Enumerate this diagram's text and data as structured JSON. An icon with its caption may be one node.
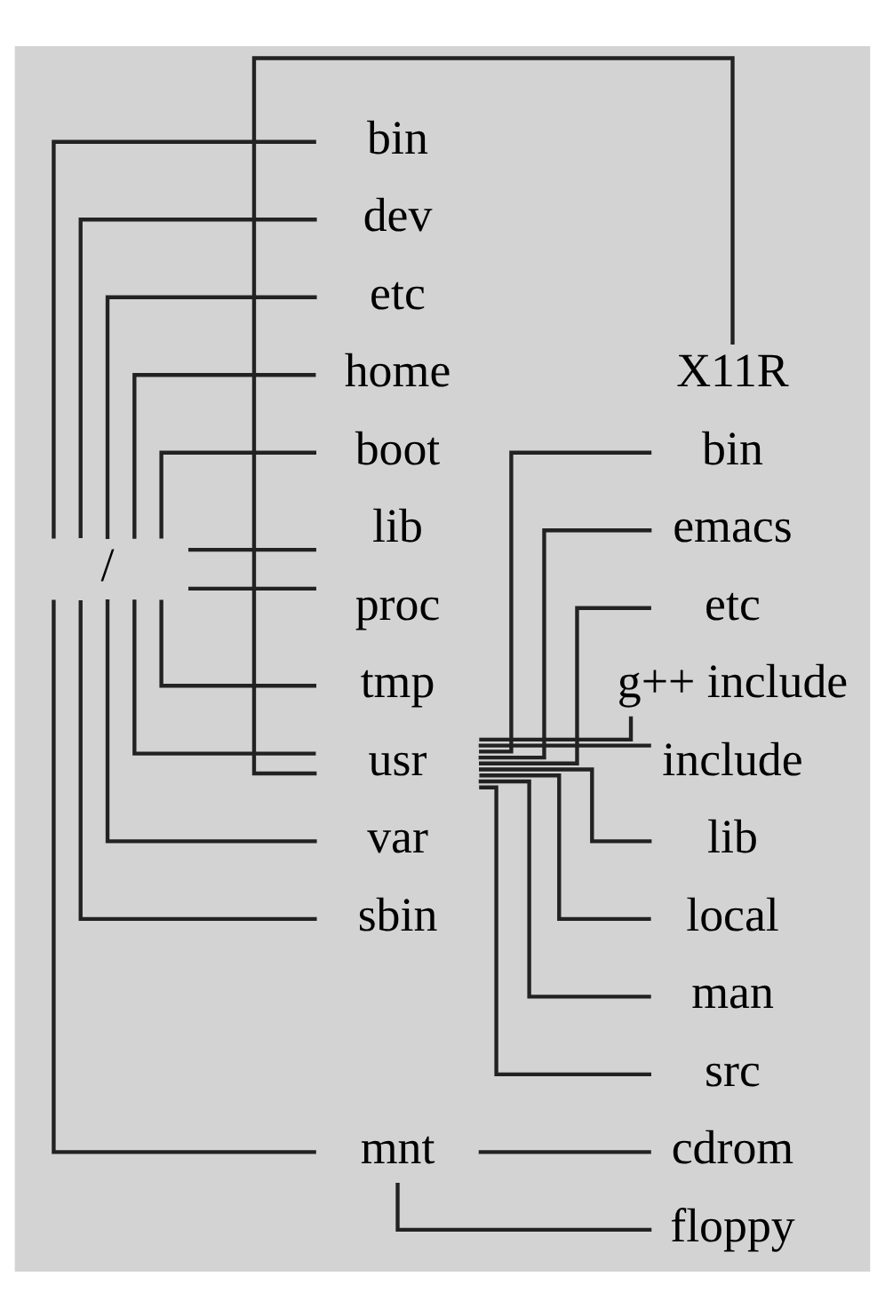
{
  "diagram": {
    "nodes": [
      {
        "text": [
          "/"
        ]
      },
      {
        "text": [
          "bin"
        ]
      },
      {
        "text": [
          "dev"
        ]
      },
      {
        "text": [
          "etc"
        ]
      },
      {
        "text": [
          "home"
        ]
      },
      {
        "text": [
          "boot"
        ]
      },
      {
        "text": [
          "lib"
        ]
      },
      {
        "text": [
          "proc"
        ]
      },
      {
        "text": [
          "tmp"
        ]
      },
      {
        "text": [
          "usr"
        ]
      },
      {
        "text": [
          "X11R"
        ]
      },
      {
        "text": [
          "bin"
        ]
      },
      {
        "text": [
          "emacs"
        ]
      },
      {
        "text": [
          "etc"
        ]
      },
      {
        "text": [
          "g++ include"
        ]
      },
      {
        "text": [
          "include"
        ]
      },
      {
        "text": [
          "lib"
        ]
      },
      {
        "text": [
          "local"
        ]
      },
      {
        "text": [
          "man"
        ]
      },
      {
        "text": [
          "src"
        ]
      },
      {
        "text": [
          "var"
        ]
      },
      {
        "text": [
          "sbin"
        ]
      },
      {
        "text": [
          "mnt"
        ]
      },
      {
        "text": [
          "cdrom"
        ]
      },
      {
        "text": [
          "floppy"
        ]
      }
    ],
    "edges": [
      {
        "from": 0,
        "to": 1,
        "arrow": "none"
      },
      {
        "from": 0,
        "to": 2,
        "arrow": "none"
      },
      {
        "from": 0,
        "to": 3,
        "arrow": "none"
      },
      {
        "from": 0,
        "to": 4,
        "arrow": "none"
      },
      {
        "from": 0,
        "to": 5,
        "arrow": "none"
      },
      {
        "from": 0,
        "to": 6,
        "arrow": "none"
      },
      {
        "from": 0,
        "to": 7,
        "arrow": "none"
      },
      {
        "from": 0,
        "to": 8,
        "arrow": "none"
      },
      {
        "from": 0,
        "to": 9,
        "arrow": "none"
      },
      {
        "from": 9,
        "to": 10,
        "arrow": "none"
      },
      {
        "from": 9,
        "to": 11,
        "arrow": "none"
      },
      {
        "from": 9,
        "to": 12,
        "arrow": "none"
      },
      {
        "from": 9,
        "to": 13,
        "arrow": "none"
      },
      {
        "from": 9,
        "to": 14,
        "arrow": "none"
      },
      {
        "from": 9,
        "to": 15,
        "arrow": "none"
      },
      {
        "from": 9,
        "to": 16,
        "arrow": "none"
      },
      {
        "from": 9,
        "to": 17,
        "arrow": "none"
      },
      {
        "from": 9,
        "to": 18,
        "arrow": "none"
      },
      {
        "from": 9,
        "to": 19,
        "arrow": "none"
      },
      {
        "from": 0,
        "to": 20,
        "arrow": "none"
      },
      {
        "from": 0,
        "to": 21,
        "arrow": "none"
      },
      {
        "from": 0,
        "to": 22,
        "arrow": "none"
      },
      {
        "from": 22,
        "to": 23,
        "arrow": "none"
      },
      {
        "from": 22,
        "to": 24,
        "arrow": "none"
      }
    ]
  }
}
